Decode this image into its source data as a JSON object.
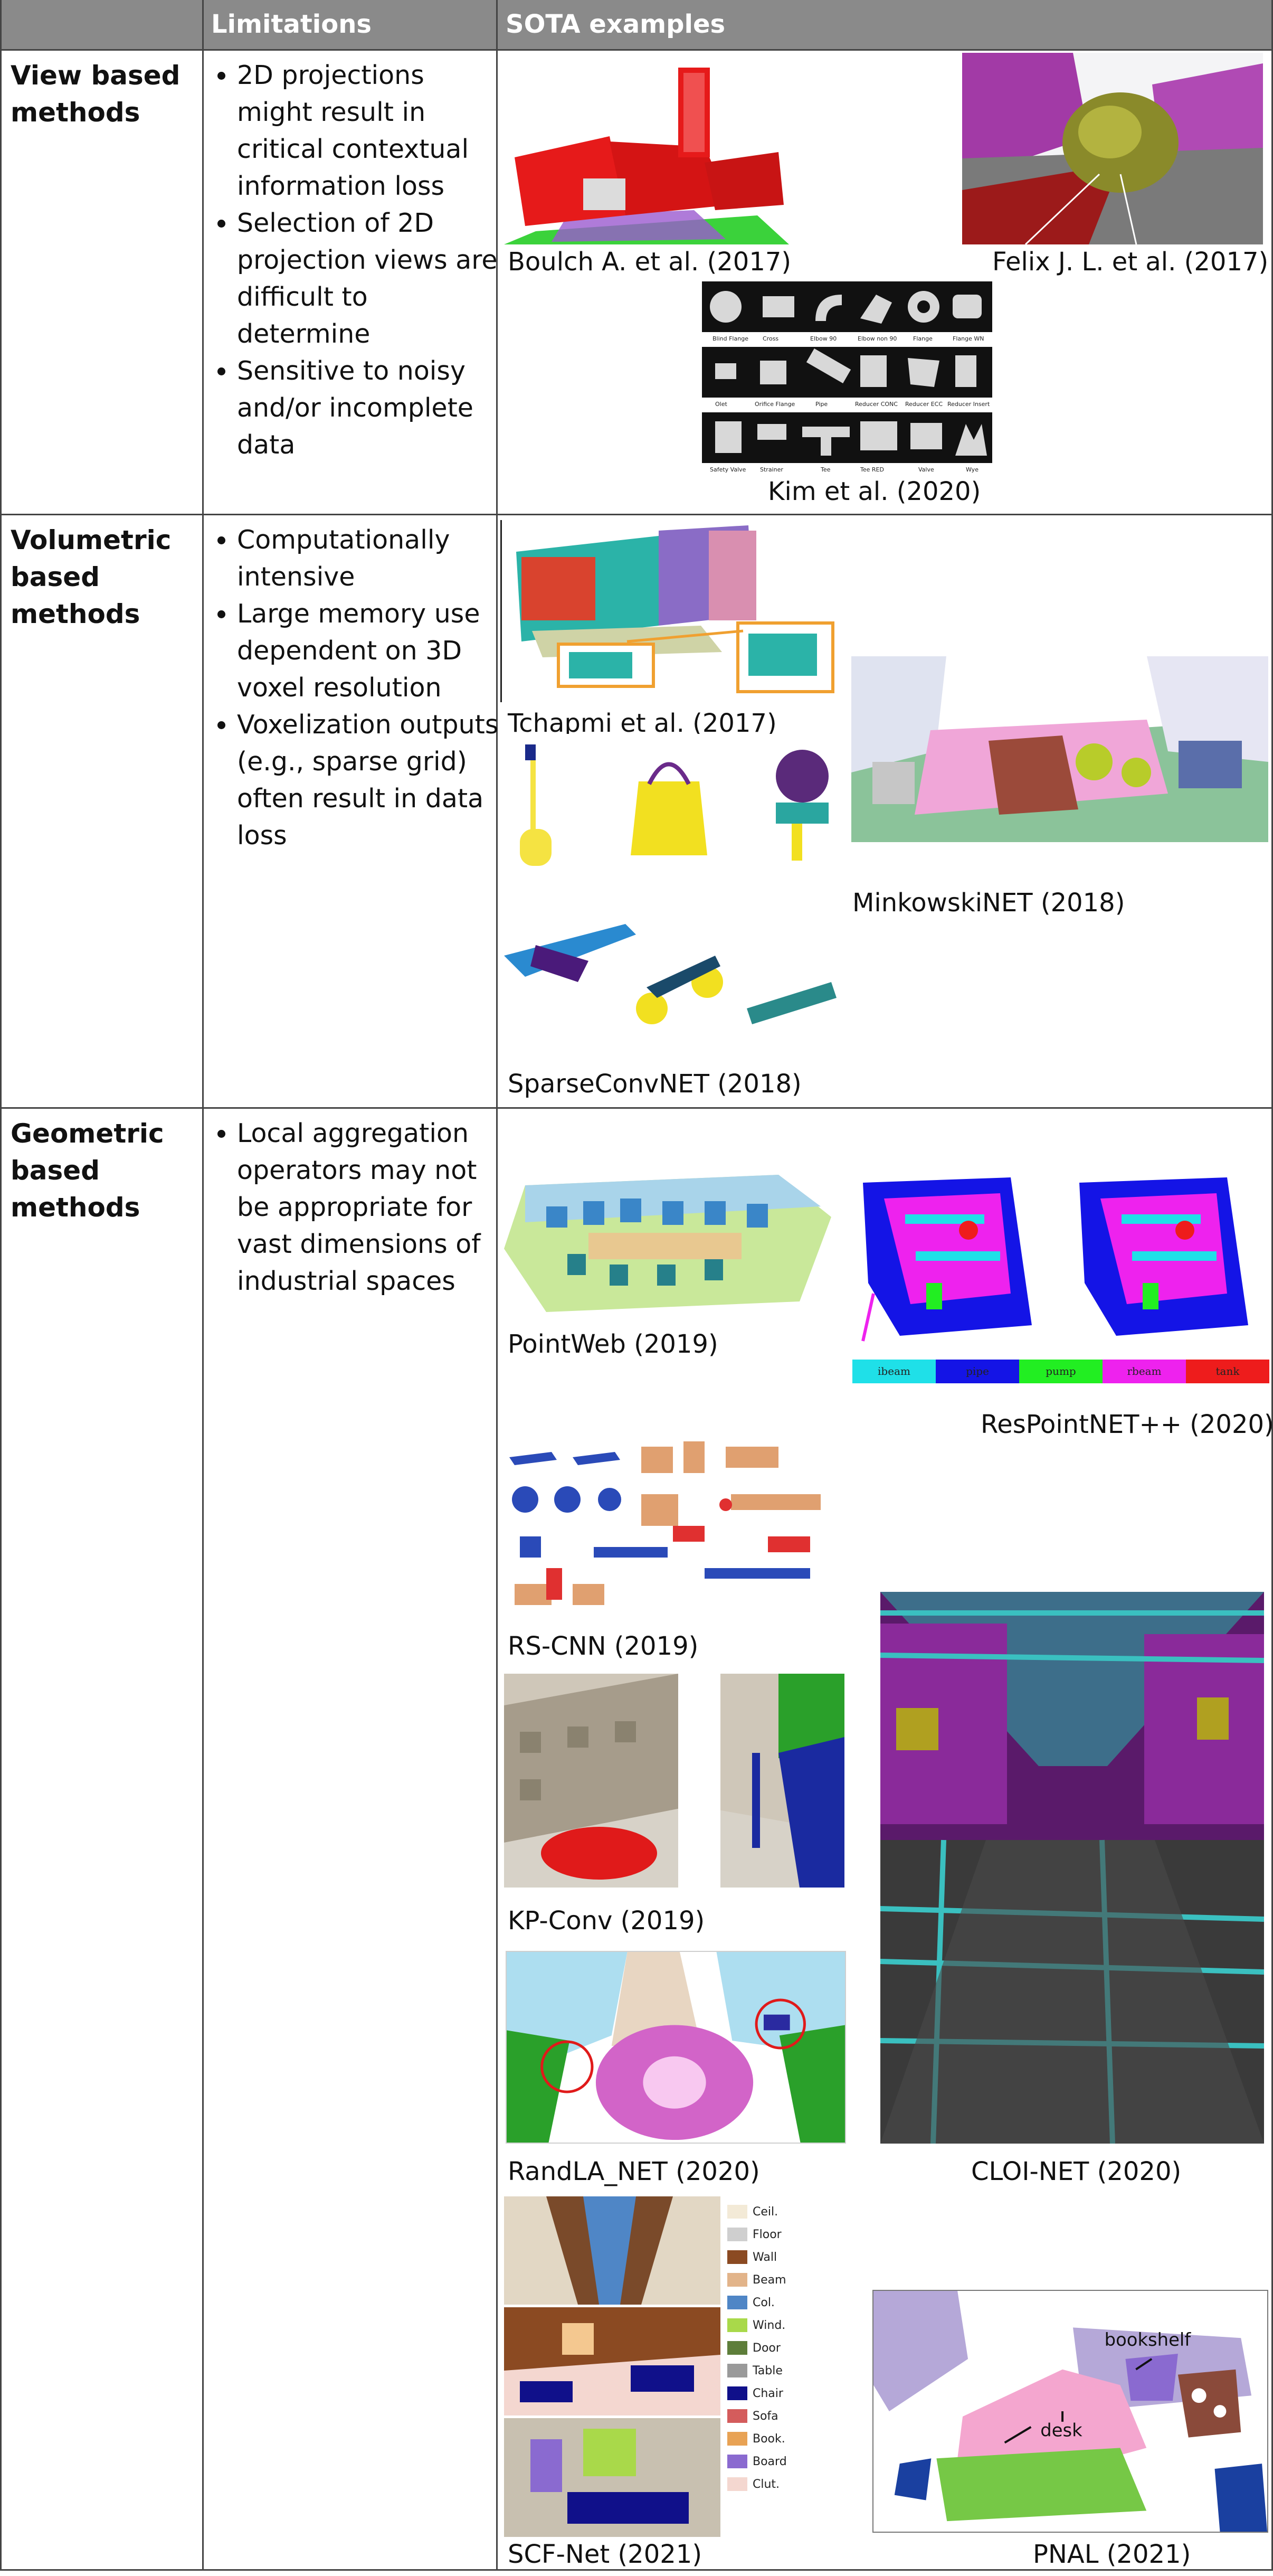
{
  "header": {
    "col_category": "",
    "col_limitations": "Limitations",
    "col_examples": "SOTA examples"
  },
  "rows": [
    {
      "category": [
        "View based",
        "methods"
      ],
      "limitations": [
        "2D projections might result in critical contextual information loss",
        "Selection of 2D projection views are difficult to determine",
        "Sensitive to noisy and/or incomplete data"
      ],
      "examples": [
        "Boulch A. et al. (2017)",
        "Felix J. L. et al. (2017)",
        "Kim et al. (2020)"
      ]
    },
    {
      "category": [
        "Volumetric",
        "based",
        "methods"
      ],
      "limitations": [
        "Computationally intensive",
        "Large memory use dependent on 3D voxel resolution",
        "Voxelization outputs (e.g., sparse grid) often result in data loss"
      ],
      "examples": [
        "Tchapmi et al. (2017)",
        "MinkowskiNET (2018)",
        "SparseConvNET (2018)"
      ]
    },
    {
      "category": [
        "Geometric",
        "based",
        "methods"
      ],
      "limitations": [
        "Local aggregation operators may not be appropriate for vast dimensions of industrial spaces"
      ],
      "examples": [
        "PointWeb (2019)",
        "ResPointNET++ (2020)",
        "RS-CNN (2019)",
        "KP-Conv (2019)",
        "RandLA_NET (2020)",
        "CLOI-NET (2020)",
        "SCF-Net (2021)",
        "PNAL (2021)"
      ]
    }
  ],
  "kim_parts": {
    "row1": [
      "Blind Flange",
      "Cross",
      "Elbow 90",
      "Elbow non 90",
      "Flange",
      "Flange WN"
    ],
    "row2": [
      "Olet",
      "Orifice Flange",
      "Pipe",
      "Reducer CONC",
      "Reducer ECC",
      "Reducer Insert"
    ],
    "row3": [
      "Safety Valve",
      "Strainer",
      "Tee",
      "Tee RED",
      "Valve",
      "Wye"
    ]
  },
  "respoint_legend": [
    {
      "label": "ibeam",
      "color": "#1fe0e8"
    },
    {
      "label": "pipe",
      "color": "#1414e6"
    },
    {
      "label": "pump",
      "color": "#22ee22"
    },
    {
      "label": "rbeam",
      "color": "#ee22ee"
    },
    {
      "label": "tank",
      "color": "#ee1c1c"
    }
  ],
  "scf_legend": [
    {
      "label": "Ceil.",
      "color": "#f3ead7"
    },
    {
      "label": "Floor",
      "color": "#cfcfcf"
    },
    {
      "label": "Wall",
      "color": "#8b4a22"
    },
    {
      "label": "Beam",
      "color": "#e2b48a"
    },
    {
      "label": "Col.",
      "color": "#4f86c6"
    },
    {
      "label": "Wind.",
      "color": "#a9d94a"
    },
    {
      "label": "Door",
      "color": "#5e7e3a"
    },
    {
      "label": "Table",
      "color": "#9a9a9a"
    },
    {
      "label": "Chair",
      "color": "#10108a"
    },
    {
      "label": "Sofa",
      "color": "#d45c5c"
    },
    {
      "label": "Book.",
      "color": "#e8a254"
    },
    {
      "label": "Board",
      "color": "#8a6ad0"
    },
    {
      "label": "Clut.",
      "color": "#f4d7d0"
    }
  ],
  "pnal_labels": {
    "a": "bookshelf",
    "b": "desk"
  }
}
